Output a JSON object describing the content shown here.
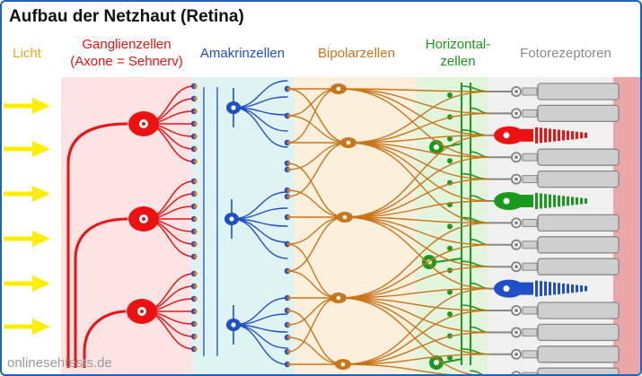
{
  "title": "Aufbau der Netzhaut (Retina)",
  "columns": {
    "light": "Licht",
    "ganglion_line1": "Ganglienzellen",
    "ganglion_line2": "(Axone = Sehnerv)",
    "amacrine": "Amakrinzellen",
    "bipolar": "Bipolarzellen",
    "horizontal_line1": "Horizontal-",
    "horizontal_line2": "zellen",
    "photoreceptors": "Fotorezeptoren"
  },
  "watermark": "onlinesehtests.de",
  "colors": {
    "light": "#f2a81d",
    "ganglion": "#ee1111",
    "amacrine": "#1f4fc8",
    "bipolar": "#c9751a",
    "horizontal": "#1a9a1a",
    "photoreceptor": "#8a8a8a",
    "arrow": "#ffee00",
    "frame": "#1e63c4"
  }
}
